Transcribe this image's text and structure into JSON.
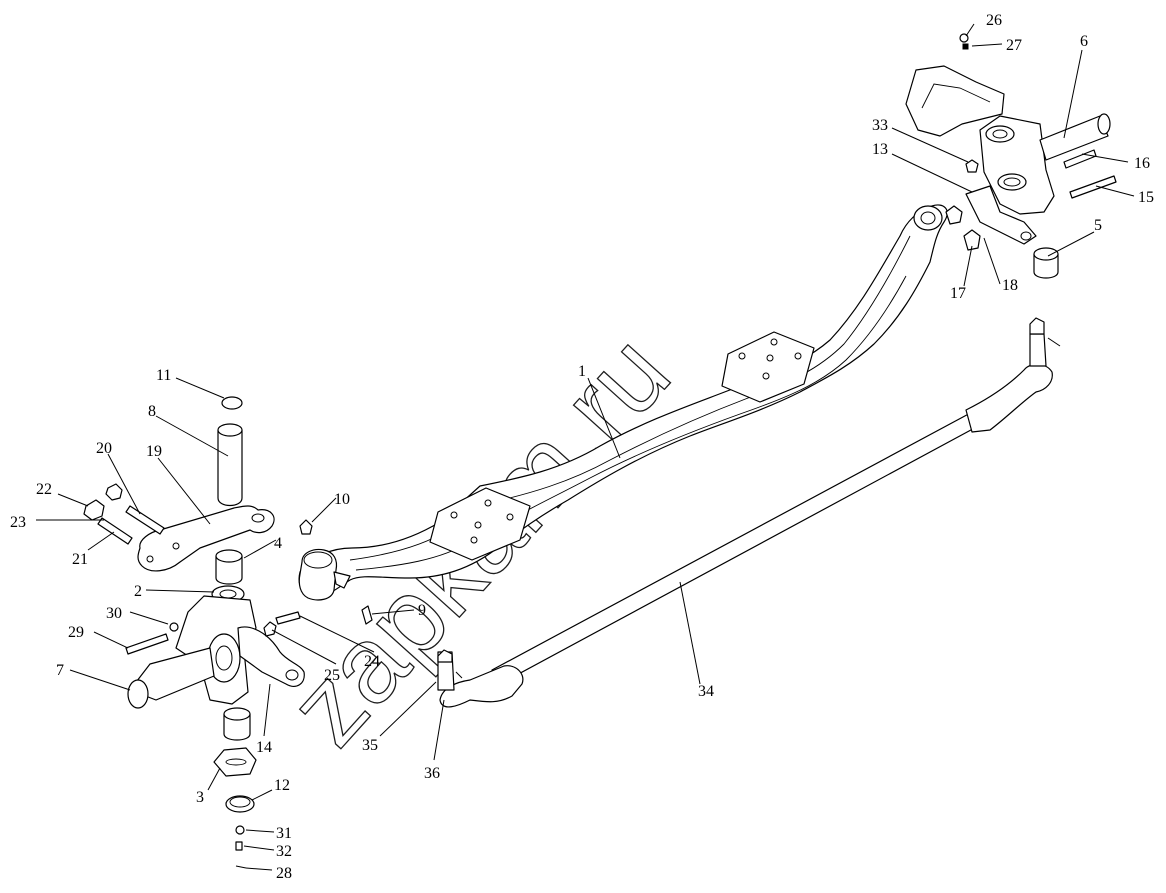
{
  "watermark": "zapkam.ru",
  "corner_mark": "",
  "callouts": [
    "1",
    "2",
    "3",
    "4",
    "5",
    "6",
    "7",
    "8",
    "9",
    "10",
    "11",
    "12",
    "13",
    "14",
    "15",
    "16",
    "17",
    "18",
    "19",
    "20",
    "21",
    "22",
    "23",
    "24",
    "25",
    "26",
    "27",
    "28",
    "29",
    "30",
    "31",
    "32",
    "33",
    "34",
    "35",
    "36"
  ]
}
